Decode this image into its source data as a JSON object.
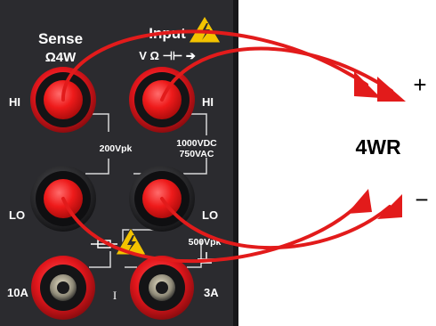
{
  "panel": {
    "sense_title": "Sense",
    "sense_sub": "Ω4W",
    "input_title": "Input",
    "input_sub": "V Ω ⊣⊢ ➔",
    "hi_left": "HI",
    "hi_right": "HI",
    "lo_left": "LO",
    "lo_right": "LO",
    "rating_200": "200Vpk",
    "rating_1000": "1000VDC",
    "rating_750": "750VAC",
    "rating_500": "500Vpk",
    "label_10a": "10A",
    "label_3a": "3A",
    "label_current": "I"
  },
  "side": {
    "plus": "+",
    "minus": "−",
    "mode": "4WR"
  },
  "colors": {
    "panel": "#2b2b2f",
    "terminal_red": "#e3161c",
    "wire_red": "#e21b1b",
    "warning_yellow": "#f3c300"
  }
}
